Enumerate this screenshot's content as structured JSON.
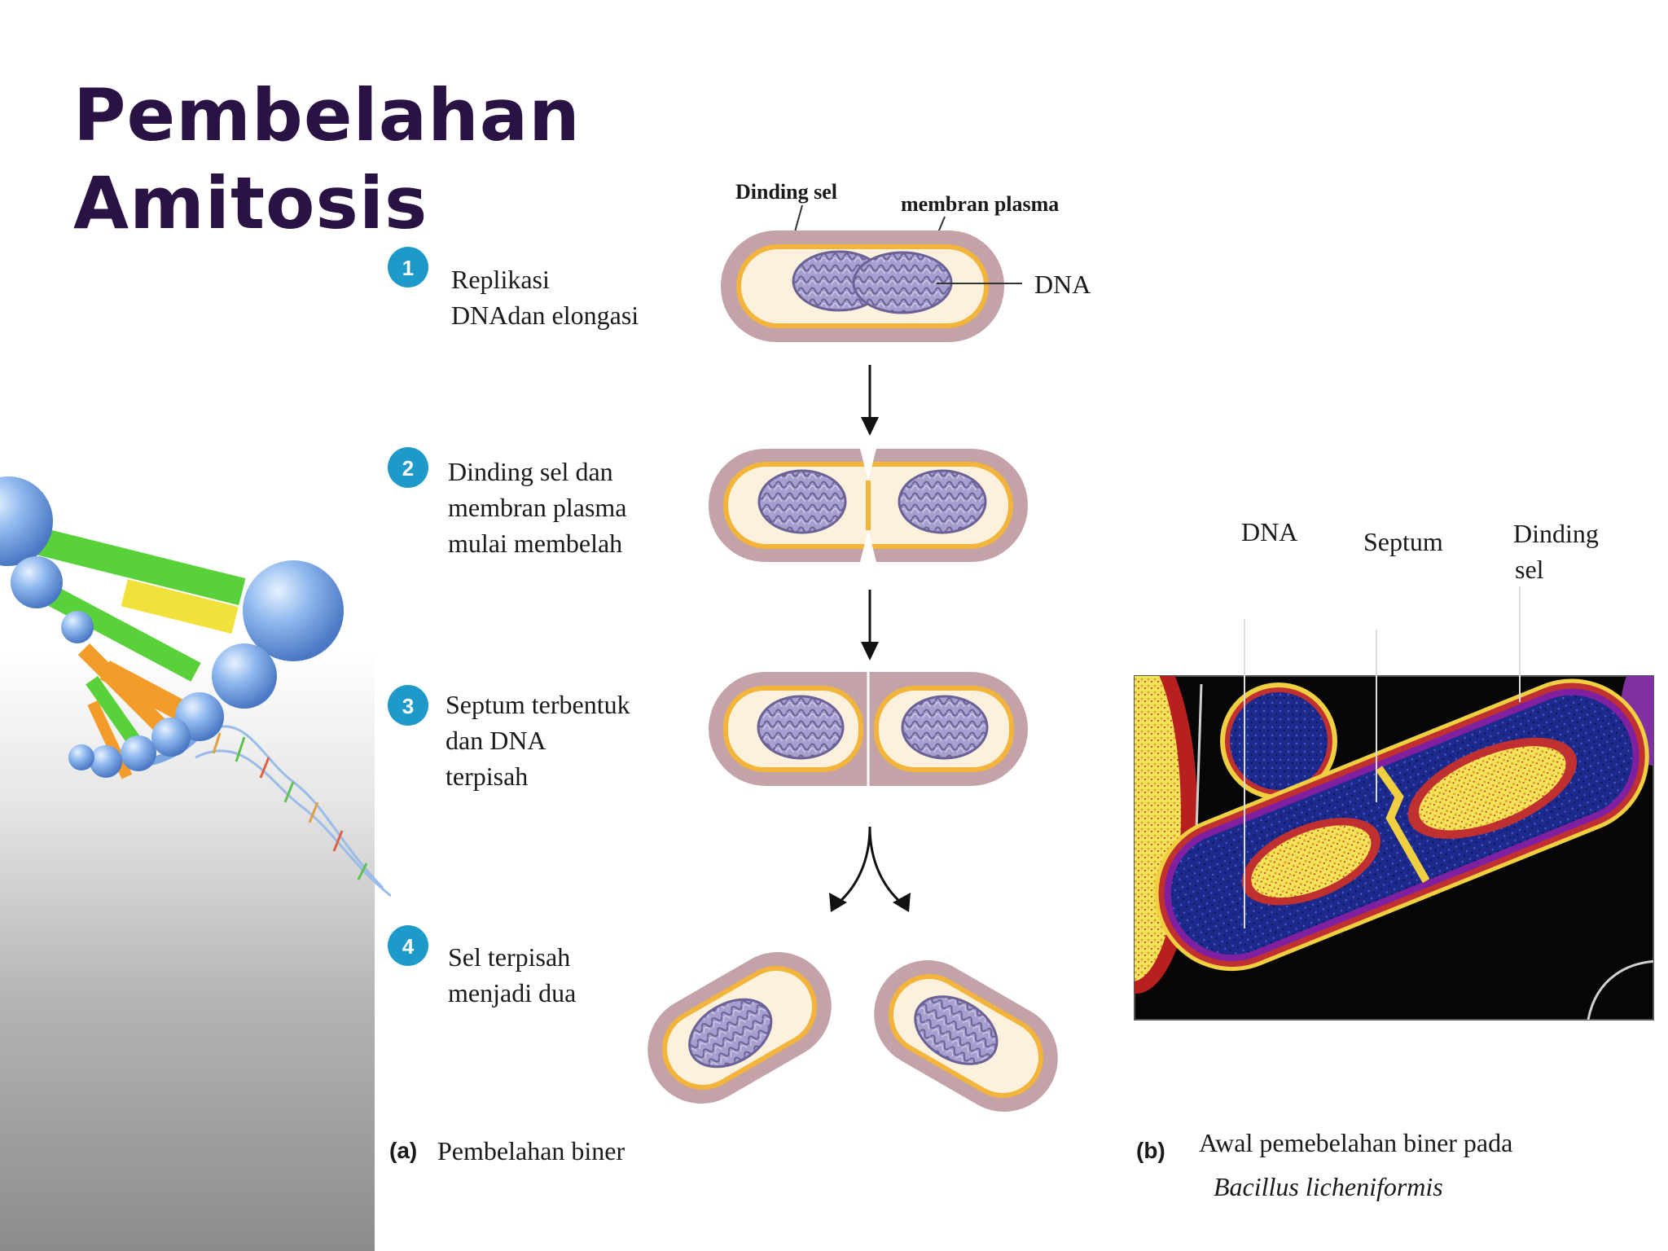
{
  "title": {
    "line1": "Pembelahan",
    "line2": "Amitosis"
  },
  "diagram_a": {
    "label_cell_wall": "Dinding sel",
    "label_plasma_membrane": "membran plasma",
    "label_dna": "DNA",
    "steps": [
      {
        "num": "1",
        "lines": [
          "Replikasi",
          "DNAdan elongasi"
        ]
      },
      {
        "num": "2",
        "lines": [
          "Dinding sel dan",
          "membran plasma",
          "mulai membelah"
        ]
      },
      {
        "num": "3",
        "lines": [
          "Septum terbentuk",
          "dan DNA",
          "terpisah"
        ]
      },
      {
        "num": "4",
        "lines": [
          "Sel terpisah",
          "menjadi dua"
        ]
      }
    ],
    "caption_letter": "(a)",
    "caption_text": "Pembelahan biner"
  },
  "diagram_b": {
    "label_dna": "DNA",
    "label_septum": "Septum",
    "label_wall_line1": "Dinding",
    "label_wall_line2": "sel",
    "caption_letter": "(b)",
    "caption_line1": "Awal pemebelahan biner pada",
    "caption_line2": "Bacillus licheniformis"
  },
  "colors": {
    "title": "#2a1245",
    "cell_wall": "#c4a3a8",
    "membrane": "#f2b43a",
    "cytoplasm": "#fbf1dc",
    "dna": "#8f86b8",
    "step_badge": "#1d9ac9"
  }
}
